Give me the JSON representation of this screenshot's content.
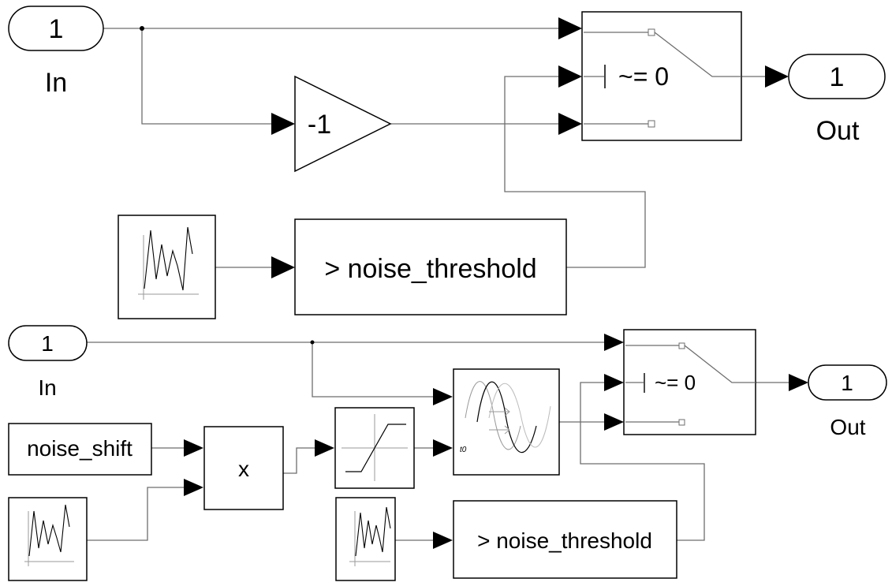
{
  "top": {
    "inport": {
      "number": "1",
      "label": "In"
    },
    "gain": {
      "value": "-1"
    },
    "switch": {
      "criteria": "~= 0"
    },
    "compare": {
      "label": "> noise_threshold"
    },
    "outport": {
      "number": "1",
      "label": "Out"
    }
  },
  "bottom": {
    "inport": {
      "number": "1",
      "label": "In"
    },
    "constant": {
      "label": "noise_shift"
    },
    "product": {
      "label": "x"
    },
    "delay": {
      "label": "t0"
    },
    "switch": {
      "criteria": "~= 0"
    },
    "compare": {
      "label": "> noise_threshold"
    },
    "outport": {
      "number": "1",
      "label": "Out"
    }
  }
}
